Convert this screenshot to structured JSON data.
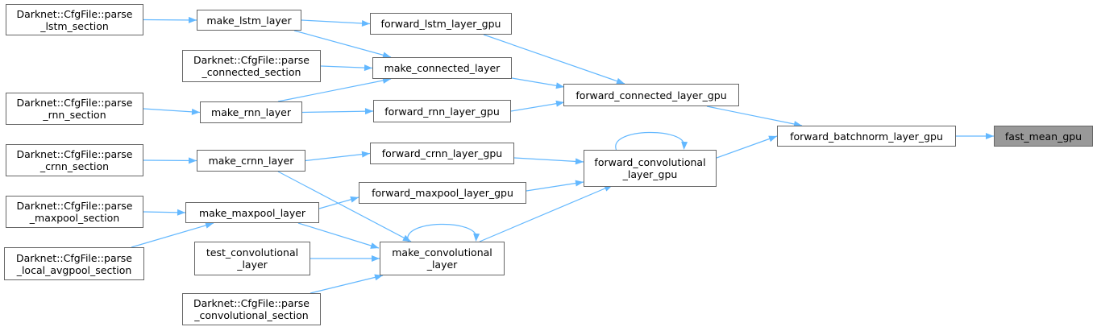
{
  "nodes": {
    "p_lstm": [
      "Darknet::CfgFile::parse",
      "_lstm_section"
    ],
    "make_lstm": [
      "make_lstm_layer"
    ],
    "fwd_lstm": [
      "forward_lstm_layer_gpu"
    ],
    "p_conn": [
      "Darknet::CfgFile::parse",
      "_connected_section"
    ],
    "make_conn": [
      "make_connected_layer"
    ],
    "p_rnn": [
      "Darknet::CfgFile::parse",
      "_rnn_section"
    ],
    "make_rnn": [
      "make_rnn_layer"
    ],
    "fwd_rnn": [
      "forward_rnn_layer_gpu"
    ],
    "fwd_conn": [
      "forward_connected_layer_gpu"
    ],
    "p_crnn": [
      "Darknet::CfgFile::parse",
      "_crnn_section"
    ],
    "make_crnn": [
      "make_crnn_layer"
    ],
    "fwd_crnn": [
      "forward_crnn_layer_gpu"
    ],
    "fwd_conv": [
      "forward_convolutional",
      "_layer_gpu"
    ],
    "fwd_max": [
      "forward_maxpool_layer_gpu"
    ],
    "p_max": [
      "Darknet::CfgFile::parse",
      "_maxpool_section"
    ],
    "make_max": [
      "make_maxpool_layer"
    ],
    "p_avg": [
      "Darknet::CfgFile::parse",
      "_local_avgpool_section"
    ],
    "test_conv": [
      "test_convolutional",
      "_layer"
    ],
    "make_conv": [
      "make_convolutional",
      "_layer"
    ],
    "p_conv": [
      "Darknet::CfgFile::parse",
      "_convolutional_section"
    ],
    "fwd_bn": [
      "forward_batchnorm_layer_gpu"
    ],
    "fast_mean": [
      "fast_mean_gpu"
    ]
  },
  "current_node": "fast_mean",
  "edges": [
    [
      "p_lstm",
      "make_lstm"
    ],
    [
      "make_lstm",
      "fwd_lstm"
    ],
    [
      "make_lstm",
      "make_conn"
    ],
    [
      "p_conn",
      "make_conn"
    ],
    [
      "make_rnn",
      "make_conn"
    ],
    [
      "p_rnn",
      "make_rnn"
    ],
    [
      "make_rnn",
      "fwd_rnn"
    ],
    [
      "fwd_lstm",
      "fwd_conn"
    ],
    [
      "make_conn",
      "fwd_conn"
    ],
    [
      "fwd_rnn",
      "fwd_conn"
    ],
    [
      "fwd_conn",
      "fwd_bn"
    ],
    [
      "p_crnn",
      "make_crnn"
    ],
    [
      "make_crnn",
      "fwd_crnn"
    ],
    [
      "make_crnn",
      "make_conv"
    ],
    [
      "fwd_crnn",
      "fwd_conv"
    ],
    [
      "fwd_max",
      "fwd_conv"
    ],
    [
      "make_max",
      "fwd_max"
    ],
    [
      "p_max",
      "make_max"
    ],
    [
      "p_avg",
      "make_max"
    ],
    [
      "make_max",
      "make_conv"
    ],
    [
      "test_conv",
      "make_conv"
    ],
    [
      "p_conv",
      "make_conv"
    ],
    [
      "make_conv",
      "fwd_conv"
    ],
    [
      "fwd_conv",
      "fwd_bn"
    ],
    [
      "fwd_bn",
      "fast_mean"
    ],
    [
      "fwd_conv",
      "fwd_conv"
    ],
    [
      "make_conv",
      "make_conv"
    ]
  ],
  "colors": {
    "edge": "#63b8ff",
    "current_fill": "#999999",
    "border": "#666666"
  }
}
